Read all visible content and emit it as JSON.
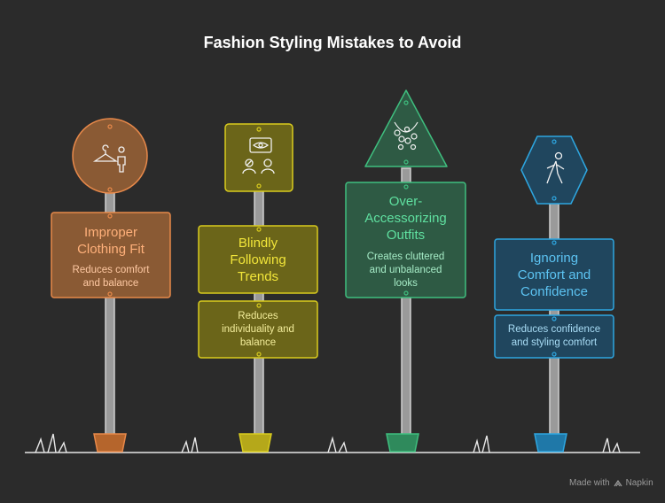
{
  "title": "Fashion Styling Mistakes to Avoid",
  "colors": {
    "background": "#2b2b2b",
    "orange": "#e8894a",
    "yellow": "#d9cc1e",
    "green": "#3fbf7f",
    "blue": "#2ea6e0",
    "pole": "#bfbfbf"
  },
  "signs": [
    {
      "label_lines": [
        "Improper",
        "Clothing Fit"
      ],
      "description_lines": [
        "Reduces comfort",
        "and balance"
      ],
      "icon": "hanger-person-icon",
      "color": "orange"
    },
    {
      "label_lines": [
        "Blindly",
        "Following",
        "Trends"
      ],
      "description_lines": [
        "Reduces",
        "individuality and",
        "balance"
      ],
      "icon": "eye-people-icon",
      "color": "yellow"
    },
    {
      "label_lines": [
        "Over-",
        "Accessorizing",
        "Outfits"
      ],
      "description_lines": [
        "Creates cluttered",
        "and unbalanced",
        "looks"
      ],
      "icon": "jewelry-icon",
      "color": "green"
    },
    {
      "label_lines": [
        "Ignoring",
        "Comfort and",
        "Confidence"
      ],
      "description_lines": [
        "Reduces confidence",
        "and styling comfort"
      ],
      "icon": "walking-person-icon",
      "color": "blue"
    }
  ],
  "footer": {
    "made_with": "Made with",
    "brand": "Napkin"
  }
}
